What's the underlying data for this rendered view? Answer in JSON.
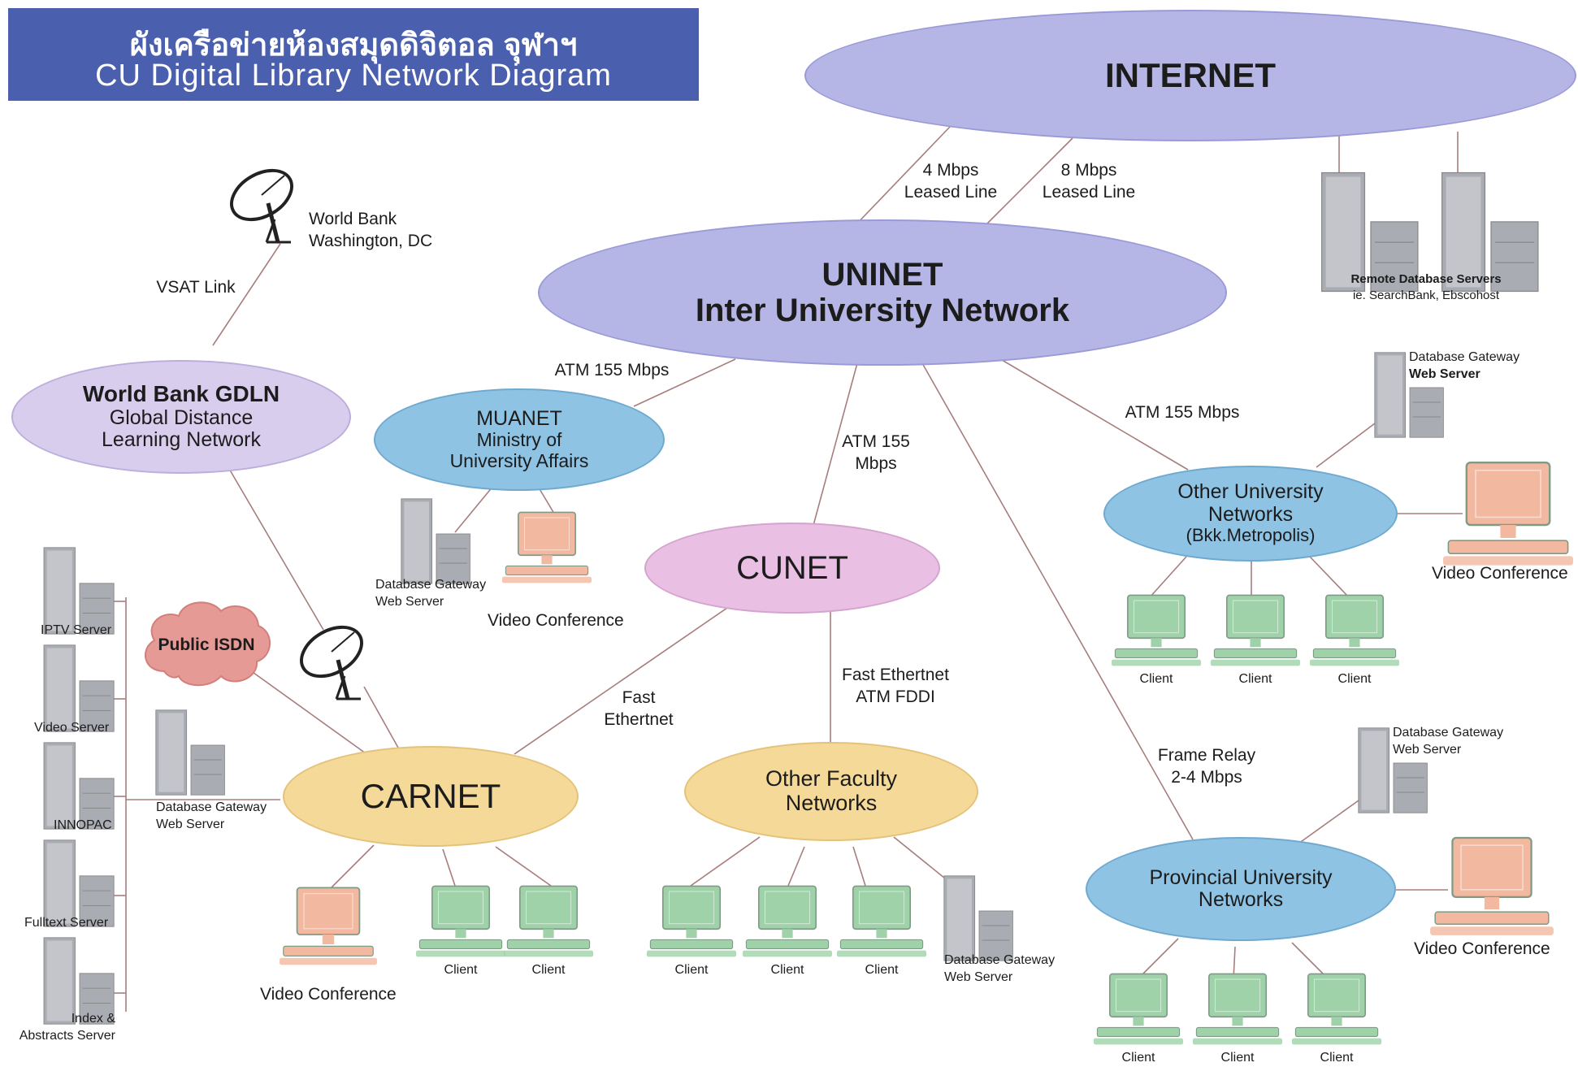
{
  "title": {
    "thai": "ผังเครือข่ายห้องสมุดดิจิตอล จุฬาฯ",
    "english": "CU Digital Library Network Diagram"
  },
  "networks": {
    "internet": "INTERNET",
    "uninet_line1": "UNINET",
    "uninet_line2": "Inter University Network",
    "gdln_line1": "World Bank GDLN",
    "gdln_line2": "Global Distance",
    "gdln_line3": "Learning Network",
    "muanet_line1": "MUANET",
    "muanet_line2": "Ministry of",
    "muanet_line3": "University Affairs",
    "cunet": "CUNET",
    "carnet": "CARNET",
    "other_faculty_line1": "Other Faculty",
    "other_faculty_line2": "Networks",
    "other_univ_line1": "Other University",
    "other_univ_line2": "Networks",
    "other_univ_line3": "(Bkk.Metropolis)",
    "provincial_line1": "Provincial University",
    "provincial_line2": "Networks",
    "public_isdn": "Public ISDN"
  },
  "links": {
    "internet_4_line1": "4 Mbps",
    "internet_4_line2": "Leased Line",
    "internet_8_line1": "8 Mbps",
    "internet_8_line2": "Leased Line",
    "vsat": "VSAT Link",
    "atm_muanet": "ATM 155 Mbps",
    "atm_cunet_line1": "ATM 155",
    "atm_cunet_line2": "Mbps",
    "atm_other_univ": "ATM 155 Mbps",
    "fast_ethernet_line1": "Fast",
    "fast_ethernet_line2": "Ethertnet",
    "fast_ethernet_atm_line1": "Fast Ethertnet",
    "fast_ethernet_atm_line2": "ATM FDDI",
    "frame_relay_line1": "Frame Relay",
    "frame_relay_line2": "2-4 Mbps"
  },
  "sites": {
    "world_bank_line1": "World Bank",
    "world_bank_line2": "Washington, DC",
    "remote_db_line1": "Remote Database Servers",
    "remote_db_line2": "ie. SearchBank, Ebscohost"
  },
  "labels": {
    "db_gateway_line1": "Database Gateway",
    "db_gateway_line2": "Web Server",
    "video_conference": "Video Conference",
    "client": "Client",
    "iptv_server": "IPTV Server",
    "video_server": "Video Server",
    "innopac": "INNOPAC",
    "fulltext_server": "Fulltext Server",
    "index_line1": "Index &",
    "index_line2": "Abstracts Server"
  },
  "colors": {
    "title_bg": "#4a5fae",
    "internet": "#b5b6e6",
    "gdln": "#d9cdee",
    "muanet": "#8ec3e4",
    "cunet": "#e9bfe3",
    "carnet": "#f5d999",
    "other_univ": "#8ec3e4",
    "cloud": "#e69a96",
    "client_pc": "#9fd2a8",
    "video_pc": "#f2b9a0",
    "server": "#a9acb3"
  }
}
